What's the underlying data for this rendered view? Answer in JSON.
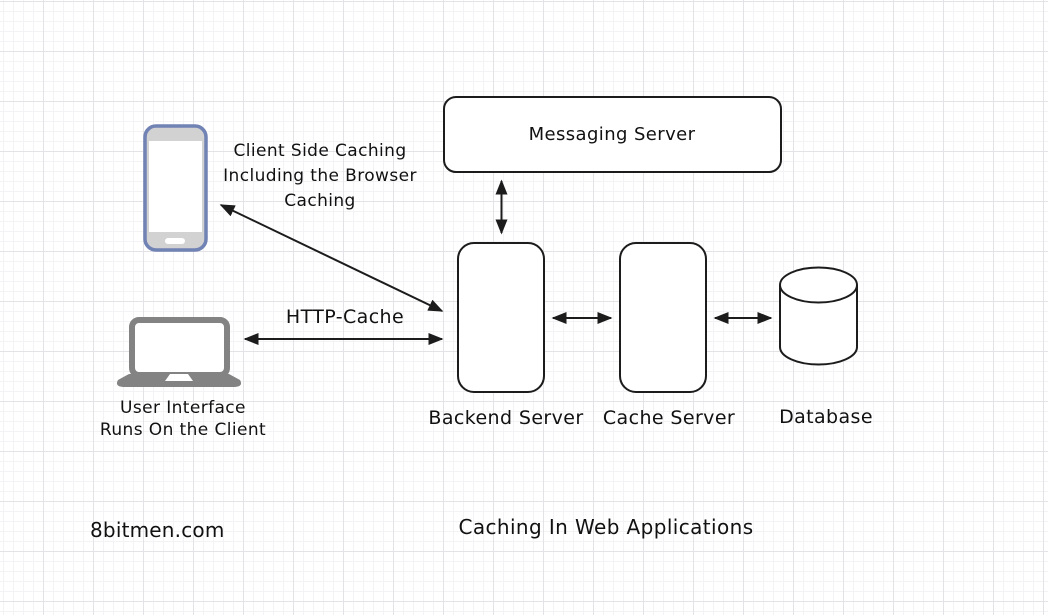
{
  "diagram": {
    "title": "Caching In Web Applications",
    "watermark": "8bitmen.com",
    "nodes": {
      "messaging_server": "Messaging Server",
      "backend_server": "Backend Server",
      "cache_server": "Cache Server",
      "database": "Database"
    },
    "annotations": {
      "client_caching": [
        "Client Side Caching",
        "Including the Browser",
        "Caching"
      ],
      "http_cache": "HTTP-Cache",
      "user_interface": [
        "User Interface",
        "Runs On the Client"
      ]
    },
    "icons": {
      "smartphone": "smartphone-icon",
      "laptop": "laptop-icon",
      "database": "database-cylinder-icon"
    },
    "colors": {
      "stroke": "#1c1c1c",
      "text": "#111111",
      "phone_border": "#7182b4",
      "device_gray": "#838383",
      "bar_gray": "#d2d2d2",
      "grid_minor": "#f3f3f5",
      "grid_major": "#e3e3e7",
      "background": "#ffffff"
    }
  }
}
